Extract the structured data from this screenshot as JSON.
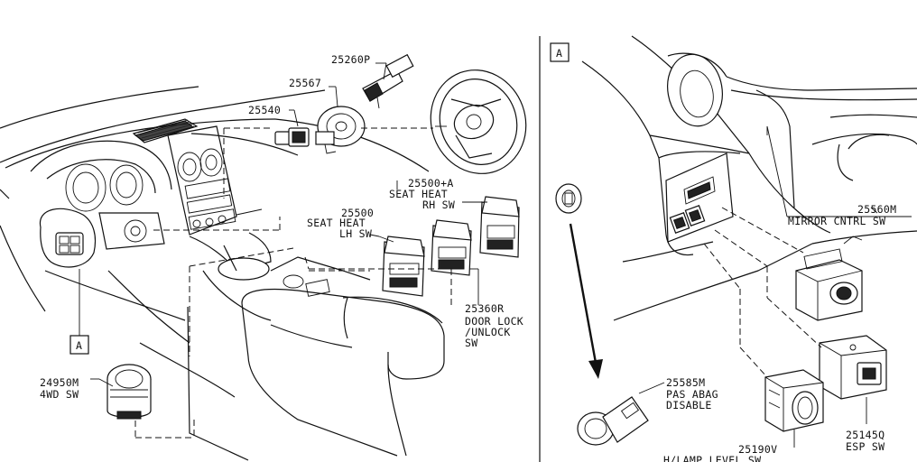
{
  "callouts": {
    "view_a_main": "A",
    "view_a_detail": "A"
  },
  "parts": {
    "p25260p": "25260P",
    "p25567": "25567",
    "p25540": "25540",
    "p25500a": [
      "25500+A",
      "SEAT HEAT",
      "RH SW"
    ],
    "p25500": [
      "25500",
      "SEAT HEAT",
      "LH SW"
    ],
    "p25360r": [
      "25360R",
      "DOOR LOCK",
      "/UNLOCK",
      "SW"
    ],
    "p24950m": [
      "24950M",
      "4WD SW"
    ],
    "p25560m": [
      "25560M",
      "MIRROR CNTRL SW"
    ],
    "p25585m": [
      "25585M",
      "PAS ABAG",
      "DISABLE"
    ],
    "p25145q": [
      "25145Q",
      "ESP SW"
    ],
    "p25190v": [
      "25190V",
      "H/LAMP LEVEL SW"
    ]
  }
}
